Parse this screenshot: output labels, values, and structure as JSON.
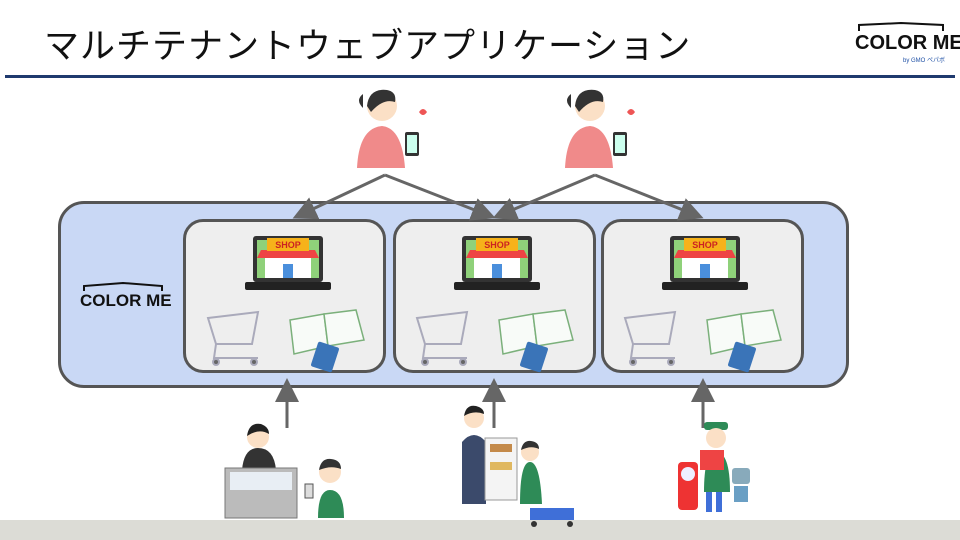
{
  "slide": {
    "title": "マルチテナントウェブアプリケーション"
  },
  "header_logo": {
    "name": "COLOR ME",
    "sub": "by GMO ペパボ"
  },
  "platform_logo": {
    "name": "COLOR ME"
  },
  "tenants": [
    {
      "sign": "SHOP"
    },
    {
      "sign": "SHOP"
    },
    {
      "sign": "SHOP"
    }
  ],
  "colors": {
    "rule": "#1f3a6e",
    "platform_fill": "#c9d8f5",
    "tenant_fill": "#eeeeee",
    "border": "#555555",
    "arrow": "#666666"
  },
  "icons": [
    "shopper-with-phone-icon",
    "laptop-shop-icon",
    "shopping-cart-icon",
    "ledger-calculator-icon",
    "jewelry-store-staff-icon",
    "bakery-staff-icon",
    "toy-store-staff-icon"
  ]
}
